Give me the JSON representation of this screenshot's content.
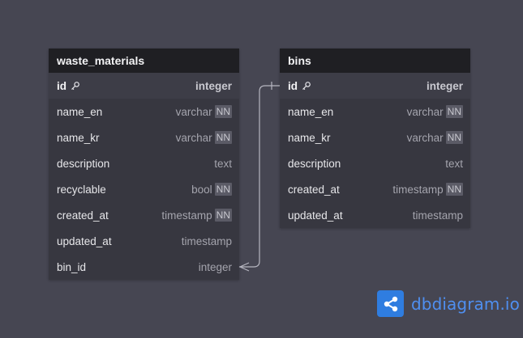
{
  "tables": {
    "waste_materials": {
      "name": "waste_materials",
      "columns": [
        {
          "name": "id",
          "type": "integer",
          "nn": "",
          "pk": true
        },
        {
          "name": "name_en",
          "type": "varchar",
          "nn": "NN"
        },
        {
          "name": "name_kr",
          "type": "varchar",
          "nn": "NN"
        },
        {
          "name": "description",
          "type": "text",
          "nn": ""
        },
        {
          "name": "recyclable",
          "type": "bool",
          "nn": "NN"
        },
        {
          "name": "created_at",
          "type": "timestamp",
          "nn": "NN"
        },
        {
          "name": "updated_at",
          "type": "timestamp",
          "nn": ""
        },
        {
          "name": "bin_id",
          "type": "integer",
          "nn": ""
        }
      ]
    },
    "bins": {
      "name": "bins",
      "columns": [
        {
          "name": "id",
          "type": "integer",
          "nn": "",
          "pk": true
        },
        {
          "name": "name_en",
          "type": "varchar",
          "nn": "NN"
        },
        {
          "name": "name_kr",
          "type": "varchar",
          "nn": "NN"
        },
        {
          "name": "description",
          "type": "text",
          "nn": ""
        },
        {
          "name": "created_at",
          "type": "timestamp",
          "nn": "NN"
        },
        {
          "name": "updated_at",
          "type": "timestamp",
          "nn": ""
        }
      ]
    }
  },
  "relationship": {
    "from": "waste_materials.bin_id",
    "to": "bins.id",
    "type": "many-to-one"
  },
  "brand": {
    "name": "dbdiagram.io",
    "icon": "share-nodes-icon",
    "color": "#2f7de0"
  },
  "colors": {
    "canvas": "#464652",
    "table_body": "#373740",
    "table_header": "#1f1f23"
  }
}
